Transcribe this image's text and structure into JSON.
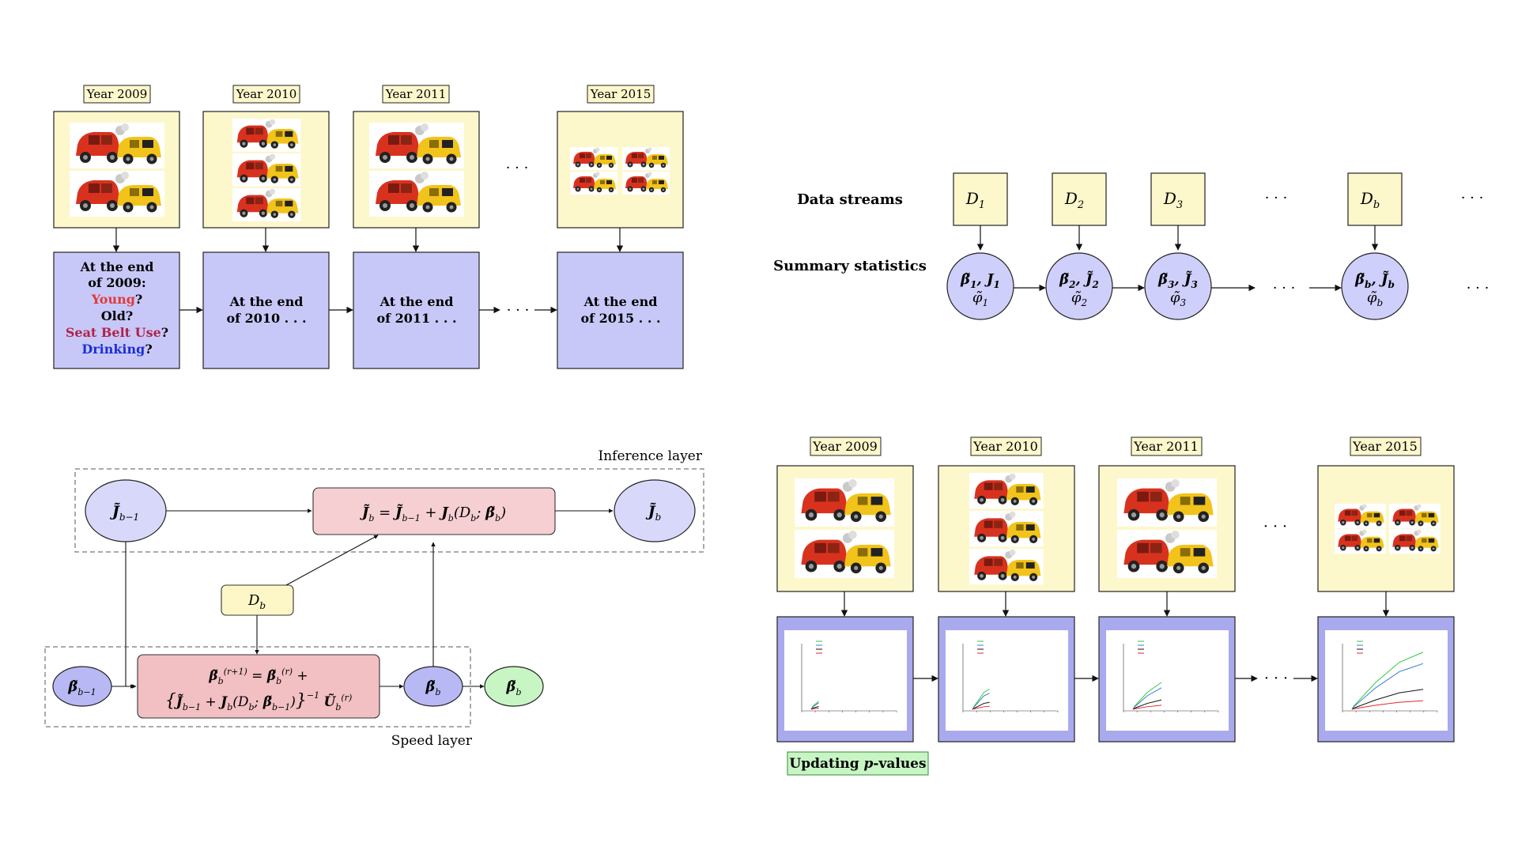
{
  "colors": {
    "year_label_fill": "#fdf7cc",
    "photo_box_fill": "#fdf7cc",
    "summary_box_fill": "#c8c8f8",
    "plot_box_fill": "#a9a9ee",
    "circle_fill": "#cfcffb",
    "inference_ellipse_fill": "#d8d8fb",
    "formula_box_fill": "#f5cfd2",
    "speed_formula_fill": "#f2bfc2",
    "data_box_fill": "#fdf7c8",
    "beta_final_fill": "#c8f5c4",
    "updating_box_fill": "#c8f5c4",
    "young_color": "#e03a3a",
    "seatbelt_color": "#b0234a",
    "drinking_color": "#1a2fd6"
  },
  "panel_a": {
    "years": [
      "Year 2009",
      "Year 2010",
      "Year 2011",
      "Year 2015"
    ],
    "summary_2009": {
      "line1": "At the end",
      "line2": "of 2009:",
      "young": "Young",
      "old": "Old?",
      "seatbelt": "Seat Belt Use",
      "drinking": "Drinking",
      "qmark": "?"
    },
    "summary_2010": [
      "At the end",
      "of 2010 . . ."
    ],
    "summary_2011": [
      "At the end",
      "of 2011 . . ."
    ],
    "summary_2015": [
      "At the end",
      "of 2015 . . ."
    ],
    "dots": "· · ·"
  },
  "panel_b": {
    "data_streams_label": "Data streams",
    "summary_stats_label": "Summary statistics",
    "streams": [
      "1",
      "2",
      "3",
      "b"
    ],
    "dots": "· · ·"
  },
  "panel_c": {
    "inference_layer_label": "Inference layer",
    "speed_layer_label": "Speed layer",
    "j_prev": "J̃b−1",
    "j_formula": "J̃b = J̃b−1 + Jb(Db; β̃b)",
    "j_new": "J̃b",
    "data_b": "Db",
    "beta_prev": "β̃b−1",
    "speed_formula_line1": "β̃b(r+1) = β̃b(r) +",
    "speed_formula_line2": "{J̃b−1 + Jb(Db; β̃b−1)}−1 Ũb(r)",
    "beta_b": "β̃b",
    "beta_final": "β̃b"
  },
  "panel_d": {
    "years": [
      "Year 2009",
      "Year 2010",
      "Year 2011",
      "Year 2015"
    ],
    "updating_label_prefix": "Updating ",
    "updating_label_italic": "p",
    "updating_label_suffix": "-values",
    "dots": "· · ·",
    "series_colors": [
      "#2ecc40",
      "#3a7bd5",
      "#111111",
      "#e0282c"
    ]
  }
}
